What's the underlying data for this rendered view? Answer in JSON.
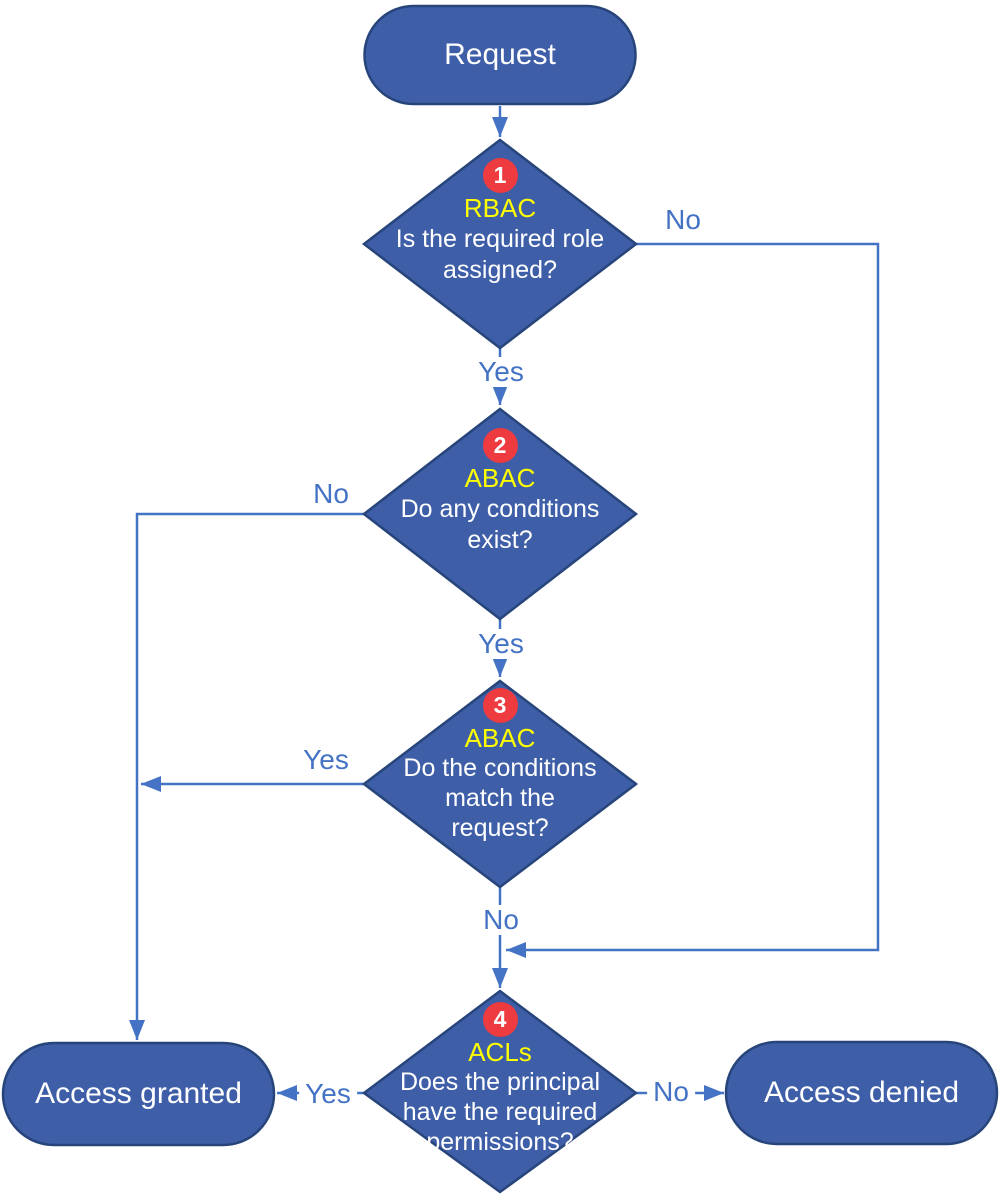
{
  "colors": {
    "canvas": "#FFFFFF",
    "shape-fill": "#3E5EA8",
    "shape-border": "#27457A",
    "connector": "#4472C4",
    "edge-label": "#4472C4",
    "badge": "#EE3B40",
    "tag": "#FFFF00",
    "node-text": "#FFFFFF"
  },
  "nodes": {
    "start": {
      "label": "Request"
    },
    "d1": {
      "number": "1",
      "tag": "RBAC",
      "question": "Is the required role\nassigned?"
    },
    "d2": {
      "number": "2",
      "tag": "ABAC",
      "question": "Do any conditions\nexist?"
    },
    "d3": {
      "number": "3",
      "tag": "ABAC",
      "question": "Do the conditions\nmatch the\nrequest?"
    },
    "d4": {
      "number": "4",
      "tag": "ACLs",
      "question": "Does the principal\nhave the required\npermissions?"
    },
    "granted": {
      "label": "Access granted"
    },
    "denied": {
      "label": "Access denied"
    }
  },
  "edges": {
    "d1_yes": "Yes",
    "d1_no": "No",
    "d2_yes": "Yes",
    "d2_no": "No",
    "d3_yes": "Yes",
    "d3_no": "No",
    "d4_yes": "Yes",
    "d4_no": "No"
  }
}
